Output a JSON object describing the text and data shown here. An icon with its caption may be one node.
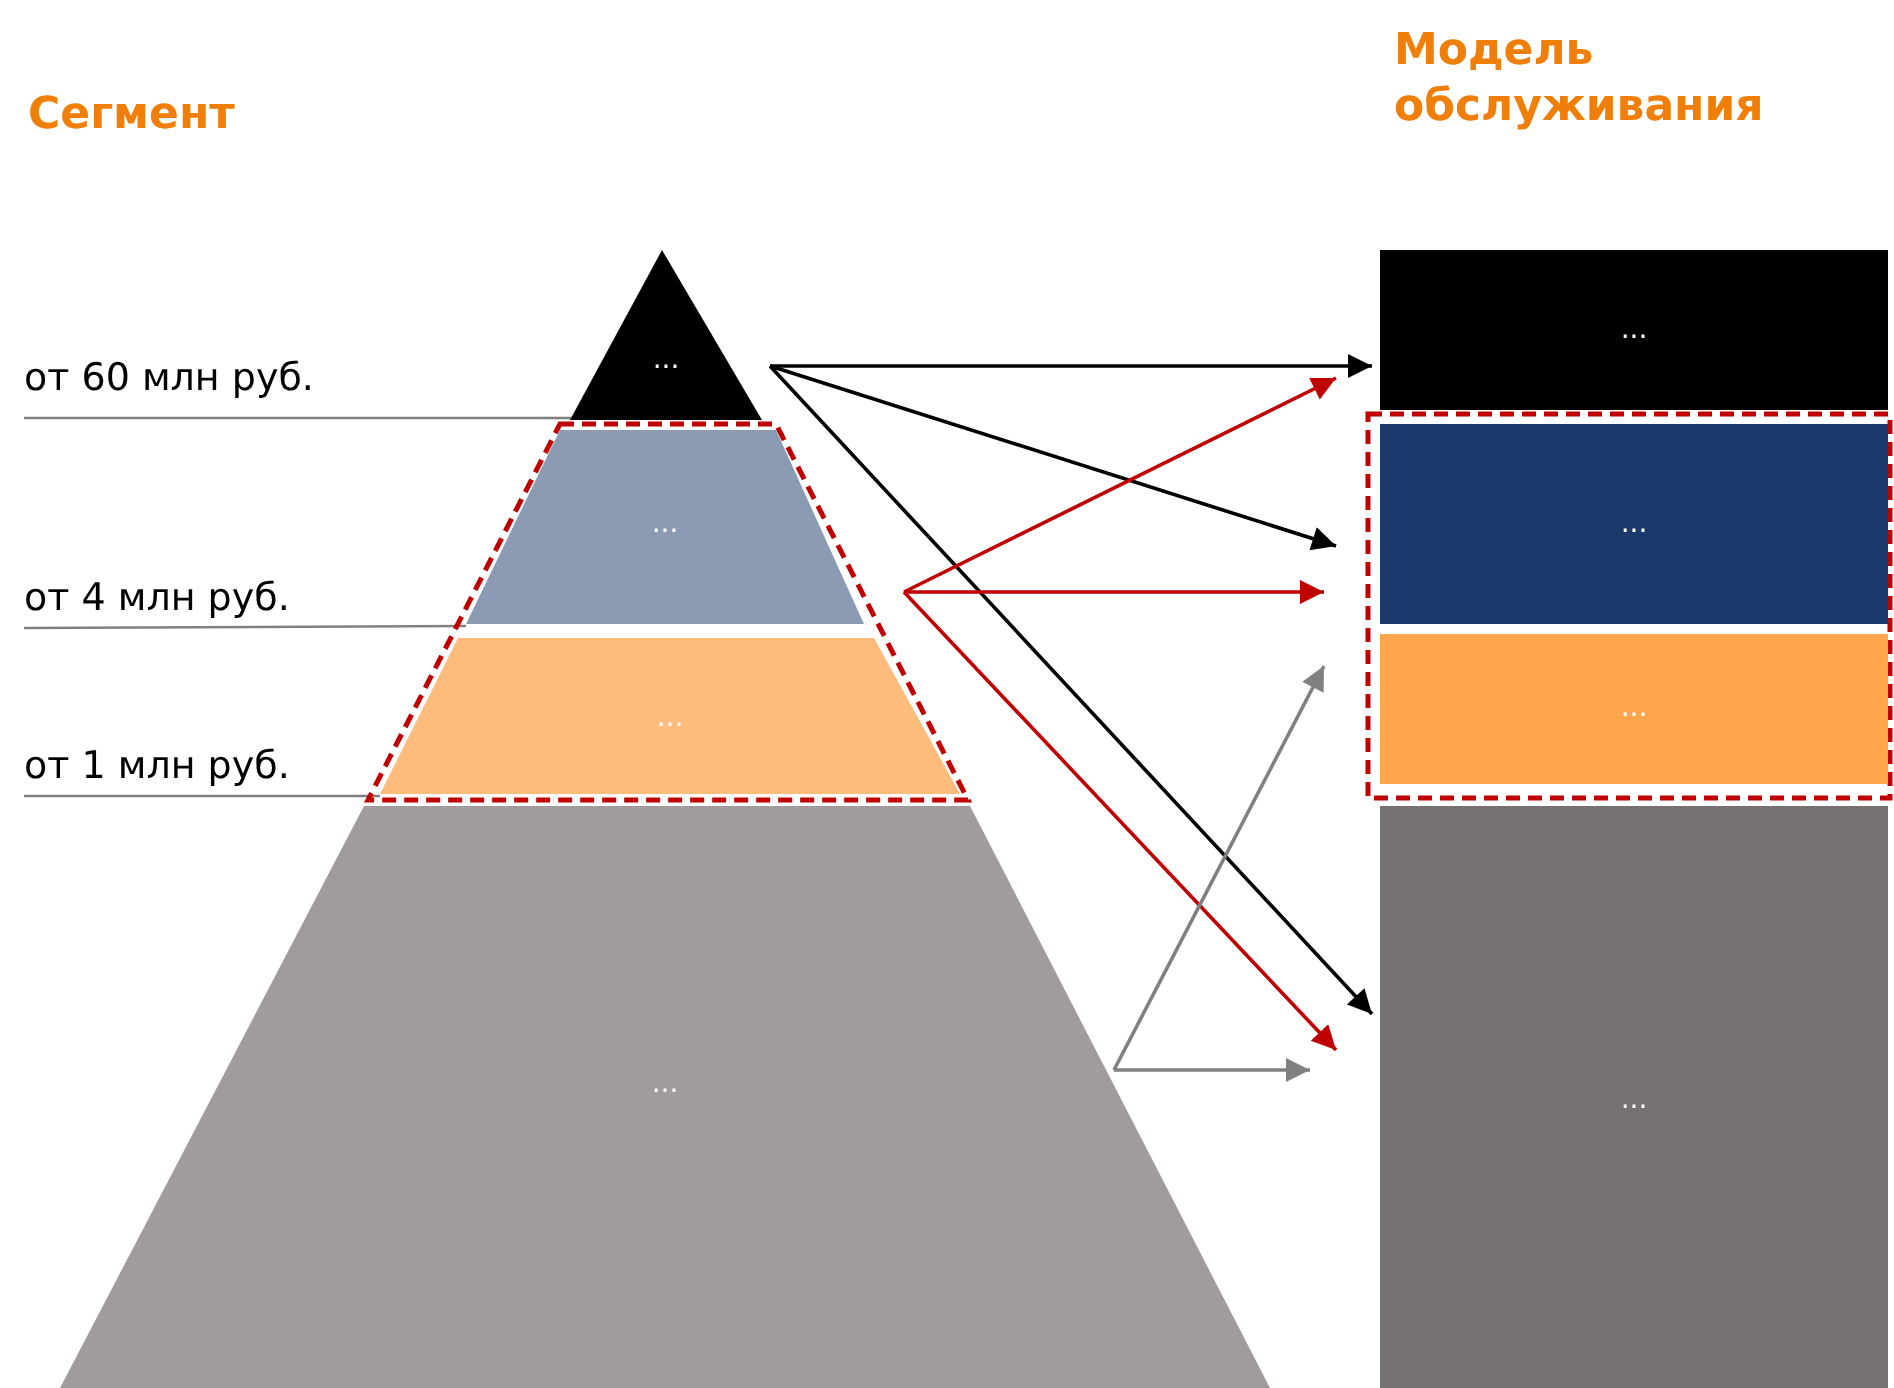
{
  "diagram": {
    "nodes": [
      {
        "text": [
          "..."
        ]
      },
      {
        "text": [
          "..."
        ]
      },
      {
        "text": [
          "..."
        ]
      },
      {
        "text": [
          "..."
        ]
      },
      {
        "text": [
          "..."
        ]
      },
      {
        "text": [
          "..."
        ]
      },
      {
        "text": [
          "..."
        ]
      },
      {
        "text": [
          "..."
        ]
      },
      {
        "text": [
          "от 60 млн руб."
        ]
      },
      {
        "text": [
          "от 4 млн руб."
        ]
      },
      {
        "text": [
          "от 1 млн руб."
        ]
      }
    ],
    "edges": [
      {
        "from": 0,
        "to": 4,
        "arrow": "to",
        "color": "#000000"
      },
      {
        "from": 0,
        "to": 5,
        "arrow": "to",
        "color": "#000000"
      },
      {
        "from": 0,
        "to": 7,
        "arrow": "to",
        "color": "#000000"
      },
      {
        "from": 1,
        "to": 4,
        "arrow": "to",
        "color": "#c00000"
      },
      {
        "from": 1,
        "to": 5,
        "arrow": "to",
        "color": "#c00000"
      },
      {
        "from": 1,
        "to": 7,
        "arrow": "to",
        "color": "#c00000"
      },
      {
        "from": 3,
        "to": 6,
        "arrow": "to",
        "color": "#808080"
      },
      {
        "from": 3,
        "to": 7,
        "arrow": "to",
        "color": "#808080"
      },
      {
        "from": 8,
        "to": 0,
        "arrow": "none",
        "color": "#808080"
      },
      {
        "from": 9,
        "to": 1,
        "arrow": "none",
        "color": "#808080"
      },
      {
        "from": 10,
        "to": 2,
        "arrow": "none",
        "color": "#808080"
      }
    ],
    "labels": [
      "Сегмент",
      "Модель обслуживания"
    ]
  }
}
